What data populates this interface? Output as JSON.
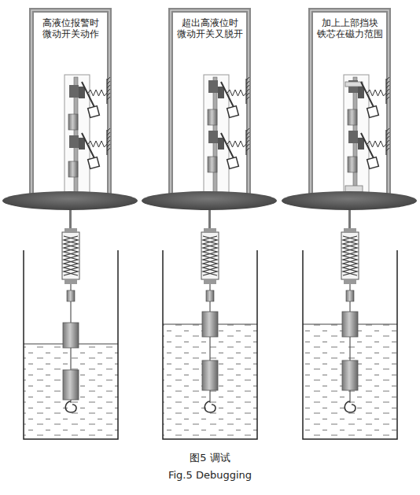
{
  "diagram": {
    "caption": "图5 调试",
    "labels": [
      "高液位报警时 微动开关动作",
      "超出高液位时 微动开关又脱开",
      "加上上部挡块 铁芯在磁力范围",
      "Fig.5 Debugging"
    ]
  }
}
